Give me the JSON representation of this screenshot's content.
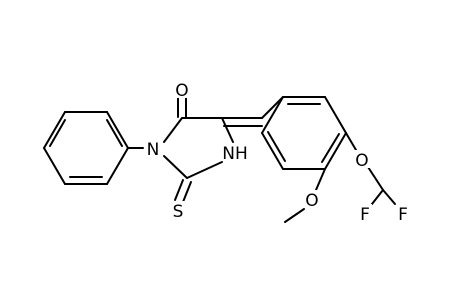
{
  "molecule": {
    "atoms": {
      "O_carbonyl": "O",
      "N3": "N",
      "NH": "NH",
      "S": "S",
      "O_methoxy": "O",
      "O_ether": "O",
      "F_left": "F",
      "F_right": "F"
    }
  }
}
